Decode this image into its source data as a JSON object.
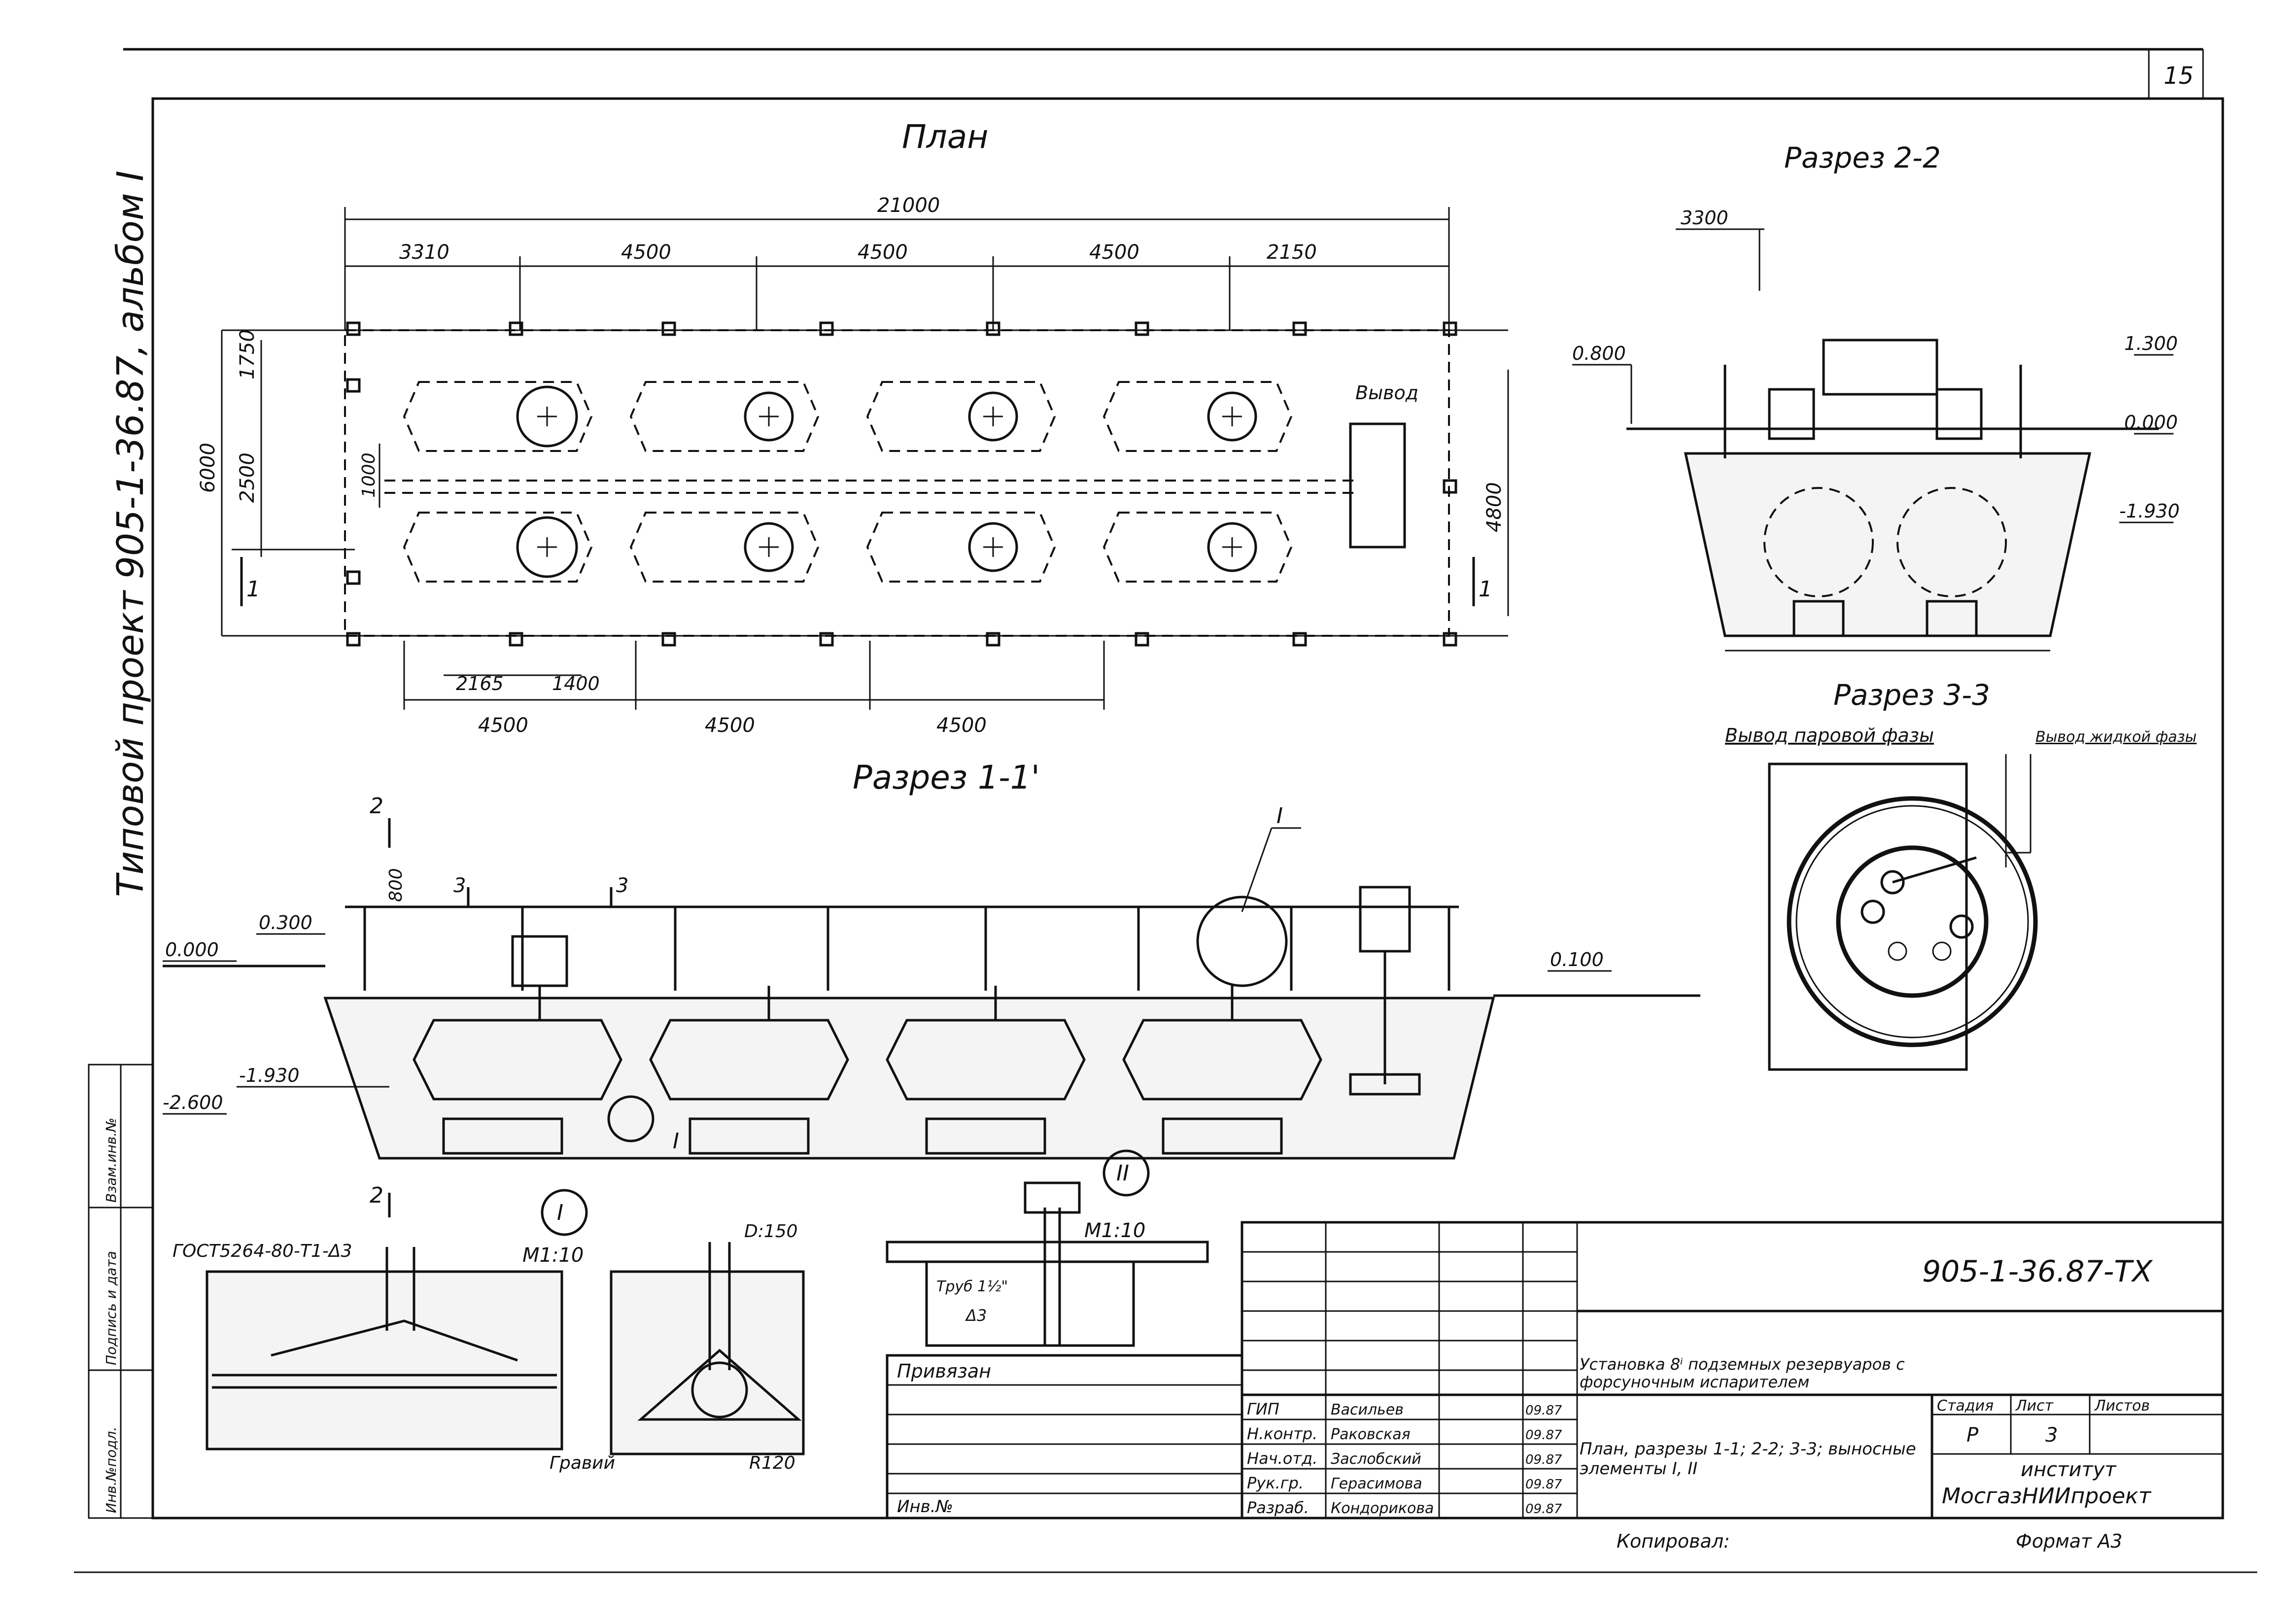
{
  "sheet": {
    "page_number": "15",
    "side_title": "Типовой проект 905-1-36.87, альбом I",
    "format": "Формат А3",
    "copied_by": "Копировал:"
  },
  "views": {
    "plan_title": "План",
    "section_1_title": "Разрез 1-1'",
    "section_2_title": "Разрез 2-2",
    "section_3_title": "Разрез 3-3",
    "section_3_label_vapor": "Вывод паровой фазы",
    "section_3_label_liquid": "Вывод жидкой фазы",
    "plan_outlet_label": "Вывод"
  },
  "plan_dims": {
    "total": "21000",
    "top": [
      "3310",
      "4500",
      "4500",
      "4500",
      "2150"
    ],
    "bottom": [
      "4500",
      "4500",
      "4500"
    ],
    "left_overall": "6000",
    "left_parts": [
      "1750",
      "2500"
    ],
    "left_gap": "1000",
    "right_overall": "4800",
    "extra_a": "2165",
    "extra_b": "1400",
    "section_mark": "1"
  },
  "section2_dims": {
    "offset": "3300",
    "elev_left": "0.800",
    "elev_right_top": "1.300",
    "elev_zero": "0.000",
    "elev_bottom": "-1.930"
  },
  "section1_dims": {
    "elev_0": "0.000",
    "elev_300": "0.300",
    "elev_m1930": "-1.930",
    "elev_m2600": "-2.600",
    "elev_100": "0.100",
    "height_800": "800",
    "mark_2": "2",
    "mark_3": "3",
    "callout_I": "I",
    "callout_II": "II"
  },
  "details": {
    "detail1_gost": "ГОСТ5264-80-Т1-Δ3",
    "detail1_scale": "М1:10",
    "detail2_d": "D:150",
    "detail2_gravel": "Гравий",
    "detail2_r": "R120",
    "detail3_scale": "М1:10",
    "detail3_pipe": "Труб 1½\"",
    "detail3_weld": "Δ3",
    "callout_I": "I",
    "callout_II": "II"
  },
  "title_block": {
    "code": "905-1-36.87-ТХ",
    "privyazan": "Привязан",
    "inv": "Инв.№",
    "roles": [
      "ГИП",
      "Н.контр.",
      "Нач.отд.",
      "Рук.гр.",
      "Разраб."
    ],
    "names": [
      "Васильев",
      "Раковская",
      "Заслобский",
      "Герасимова",
      "Кондорикова"
    ],
    "dates": [
      "09.87",
      "09.87",
      "09.87",
      "09.87",
      "09.87"
    ],
    "description_1": "Установка 8ⁱ подземных резервуаров с форсуночным испарителем",
    "description_2": "План, разрезы 1-1; 2-2; 3-3; выносные элементы I, II",
    "stage_h": "Стадия",
    "sheet_h": "Лист",
    "sheets_h": "Листов",
    "stage": "Р",
    "sheet": "3",
    "sheets": "",
    "org_1": "институт",
    "org_2": "МосгазНИИпроект"
  },
  "side_stamp": [
    "Инв.№подл.",
    "Подпись и дата",
    "Взам.инв.№"
  ]
}
